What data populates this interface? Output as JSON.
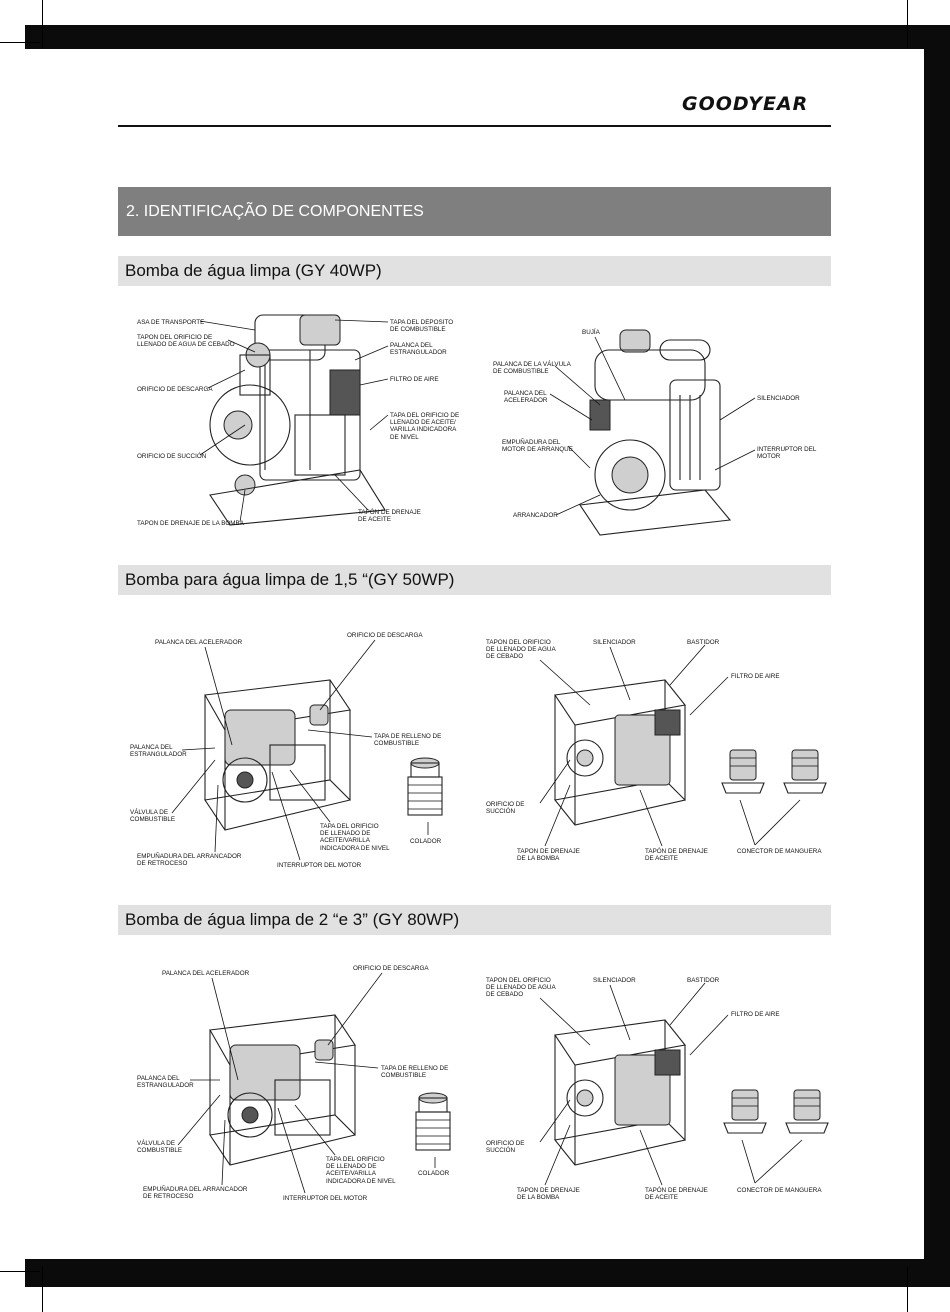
{
  "brand": {
    "logo_text": "GOODYEAR"
  },
  "section": {
    "title": "2. IDENTIFICAÇÃO DE COMPONENTES"
  },
  "gy40": {
    "title": "Bomba de água limpa (GY 40WP)",
    "left": {
      "asa": "ASA DE TRANSPORTE",
      "tapon_llenado": "TAPON DEL ORIFICIO DE\nLLENADO DE AGUA DE CEBADO",
      "descarga": "ORIFICIO DE DESCARGA",
      "succion": "ORIFICIO DE SUCCIÓN",
      "drenaje_bomba": "TAPON DE DRENAJE DE LA BOMBA",
      "deposito": "TAPA DEL DEPOSITO\nDE COMBUSTIBLE",
      "estrangulador": "PALANCA DEL\nESTRANGULADOR",
      "filtro": "FILTRO DE AIRE",
      "aceite": "TAPA DEL ORIFICIO DE\nLLENADO DE ACEITE/\nVARILLA INDICADORA\nDE NIVEL",
      "drenaje_aceite": "TAPÓN DE DRENAJE\nDE ACEITE"
    },
    "right": {
      "bujia": "BUJÍA",
      "valvula": "PALANCA DE LA VÁLVULA\nDE COMBUSTIBLE",
      "acelerador": "PALANCA  DEL\nACELERADOR",
      "empunadura": "EMPUÑADURA DEL\nMOTOR DE ARRANQUE",
      "arrancador": "ARRANCADOR",
      "silenciador": "SILENCIADOR",
      "interruptor": "INTERRUPTOR DEL\nMOTOR"
    }
  },
  "gy50": {
    "title": "Bomba para água limpa de 1,5 “(GY 50WP)",
    "left": {
      "acelerador": "PALANCA DEL ACELERADOR",
      "descarga": "ORIFICIO DE DESCARGA",
      "estrangulador": "PALANCA DEL\nESTRANGULADOR",
      "relleno": "TAPA DE RELLENO DE\nCOMBUSTIBLE",
      "valvula": "VÁLVULA DE\nCOMBUSTIBLE",
      "aceite": "TAPA DEL ORIFICIO\nDE LLENADO DE\nACEITE/VARILLA\nINDICADORA DE NIVEL",
      "colador": "COLADOR",
      "empunadura": "EMPUÑADURA DEL ARRANCADOR\nDE RETROCESO",
      "interruptor": "INTERRUPTOR DEL MOTOR"
    },
    "right": {
      "tapon": "TAPON DEL ORIFICIO\nDE LLENADO DE AGUA\nDE CEBADO",
      "silenciador": "SILENCIADOR",
      "bastidor": "BASTIDOR",
      "filtro": "FILTRO DE AIRE",
      "succion": "ORIFICIO DE\nSUCCIÓN",
      "drenaje_bomba": "TAPON DE DRENAJE\nDE LA BOMBA",
      "drenaje_aceite": "TAPÓN DE DRENAJE\nDE ACEITE",
      "conector": "CONECTOR DE MANGUERA"
    }
  },
  "gy80": {
    "title": "Bomba de água limpa de 2 “e 3” (GY 80WP)",
    "left": {
      "acelerador": "PALANCA DEL ACELERADOR",
      "descarga": "ORIFICIO DE DESCARGA",
      "estrangulador": "PALANCA DEL\nESTRANGULADOR",
      "relleno": "TAPA DE RELLENO DE\nCOMBUSTIBLE",
      "valvula": "VÁLVULA DE\nCOMBUSTIBLE",
      "aceite": "TAPA DEL ORIFICIO\nDE LLENADO DE\nACEITE/VARILLA\nINDICADORA DE NIVEL",
      "colador": "COLADOR",
      "empunadura": "EMPUÑADURA DEL ARRANCADOR\nDE RETROCESO",
      "interruptor": "INTERRUPTOR DEL MOTOR"
    },
    "right": {
      "tapon": "TAPON DEL ORIFICIO\nDE LLENADO DE AGUA\nDE CEBADO",
      "silenciador": "SILENCIADOR",
      "bastidor": "BASTIDOR",
      "filtro": "FILTRO DE AIRE",
      "succion": "ORIFICIO DE\nSUCCIÓN",
      "drenaje_bomba": "TAPON DE DRENAJE\nDE LA BOMBA",
      "drenaje_aceite": "TAPÓN DE DRENAJE\nDE ACEITE",
      "conector": "CONECTOR DE MANGUERA"
    }
  }
}
